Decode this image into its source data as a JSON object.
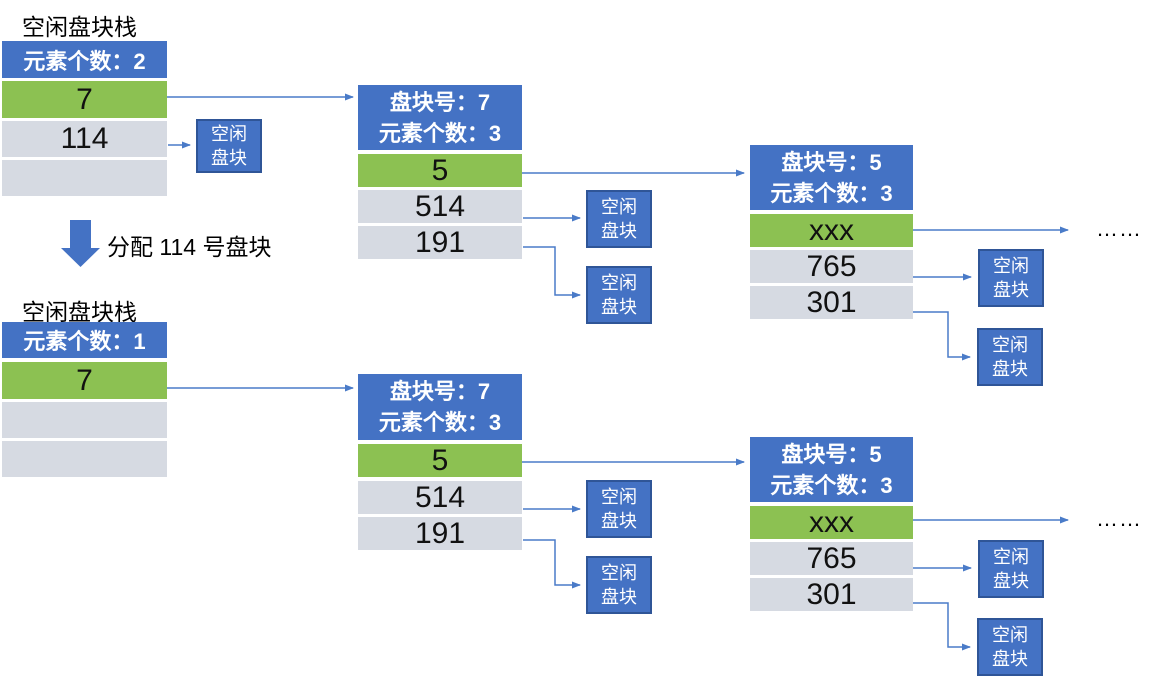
{
  "colors": {
    "header_blue": "#4472C4",
    "box_border_blue": "#2F5597",
    "row_green": "#8CC152",
    "row_gray": "#D6DAE2",
    "arrow_blue": "#4A7BC8",
    "text_black": "#111111",
    "header_text_white": "#FFFFFF"
  },
  "stage_top": {
    "stack": {
      "title": "空闲盘块栈",
      "header": "元素个数：2",
      "rows": [
        "7",
        "114",
        ""
      ]
    },
    "free_box_stack": "空闲盘块",
    "table7": {
      "header1": "盘块号：7",
      "header2": "元素个数：3",
      "rows": [
        "5",
        "514",
        "191"
      ]
    },
    "table7_free_boxes": [
      "空闲盘块",
      "空闲盘块"
    ],
    "table5": {
      "header1": "盘块号：5",
      "header2": "元素个数：3",
      "rows": [
        "xxx",
        "765",
        "301"
      ]
    },
    "table5_free_boxes": [
      "空闲盘块",
      "空闲盘块"
    ],
    "ellipsis": "……"
  },
  "transition": {
    "label": "分配 114 号盘块"
  },
  "stage_bottom": {
    "stack": {
      "title": "空闲盘块栈",
      "header": "元素个数：1",
      "rows": [
        "7",
        "",
        ""
      ]
    },
    "table7": {
      "header1": "盘块号：7",
      "header2": "元素个数：3",
      "rows": [
        "5",
        "514",
        "191"
      ]
    },
    "table7_free_boxes": [
      "空闲盘块",
      "空闲盘块"
    ],
    "table5": {
      "header1": "盘块号：5",
      "header2": "元素个数：3",
      "rows": [
        "xxx",
        "765",
        "301"
      ]
    },
    "table5_free_boxes": [
      "空闲盘块",
      "空闲盘块"
    ],
    "ellipsis": "……"
  }
}
